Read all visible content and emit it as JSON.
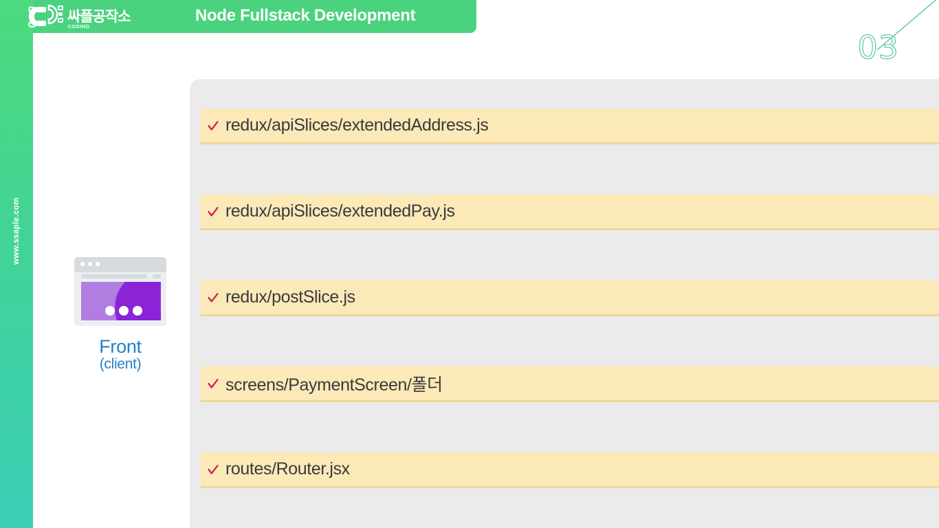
{
  "brand": {
    "rail_url": "www.ssaple.com",
    "logo_korean": "싸플공작소",
    "logo_sub": "CODING",
    "rail_color_top": "#4ddb7e",
    "rail_color_bottom": "#3ccdb4"
  },
  "header": {
    "title": "Node Fullstack Development",
    "bar_color": "#4bd27f",
    "title_color": "#ffffff"
  },
  "page": {
    "number": "03",
    "number_color": "#63c9a8",
    "accent_line_color": "#5cc3a3"
  },
  "node": {
    "icon": "browser-window-icon",
    "title": "Front",
    "subtitle": "(client)",
    "label_color": "#2480c5",
    "screen_color_light": "#b07de0",
    "screen_color_dark": "#8b23d6"
  },
  "panel": {
    "background": "#ebebeb",
    "row_background": "#fce9b8",
    "row_border": "#f0d59b",
    "check_color": "#d01f50",
    "text_color": "#3a3a3a"
  },
  "items": [
    {
      "check": "check-icon",
      "label": "redux/apiSlices/extendedAddress.js"
    },
    {
      "check": "check-icon",
      "label": "redux/apiSlices/extendedPay.js"
    },
    {
      "check": "check-icon",
      "label": "redux/postSlice.js"
    },
    {
      "check": "check-icon",
      "label": "screens/PaymentScreen/폴더"
    },
    {
      "check": "check-icon",
      "label": "routes/Router.jsx"
    }
  ]
}
